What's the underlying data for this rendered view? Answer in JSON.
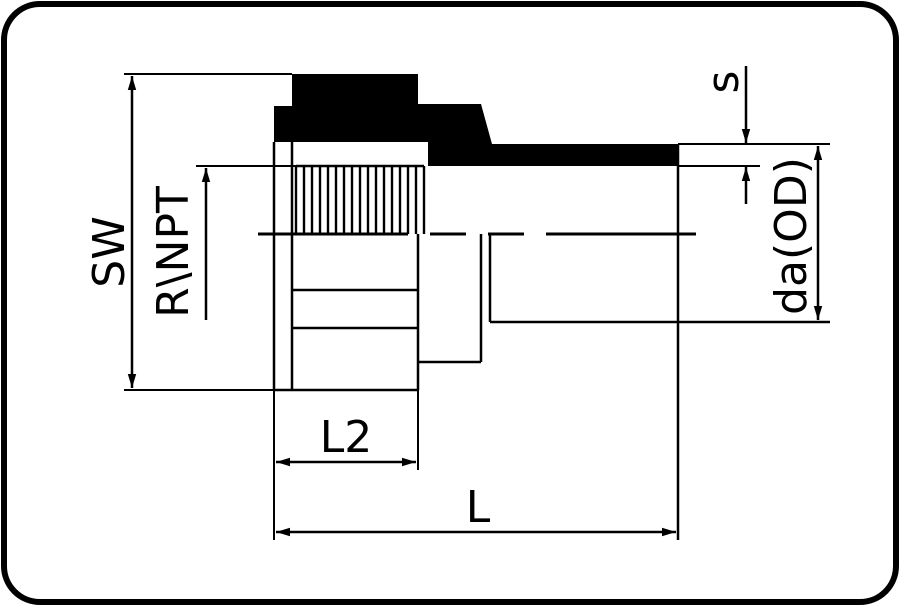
{
  "labels": {
    "sw": "SW",
    "r_npt": "R\\NPT",
    "s": "s",
    "da_od": "da(OD)",
    "l2": "L2",
    "l": "L"
  },
  "colors": {
    "stroke": "#000000",
    "background": "#ffffff"
  }
}
